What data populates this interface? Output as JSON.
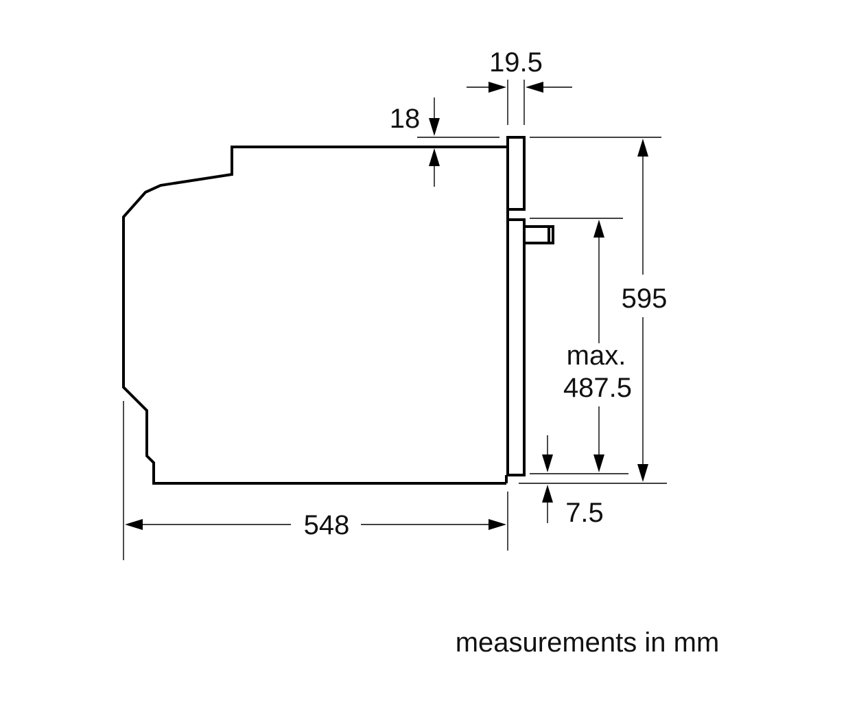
{
  "dimensions": {
    "door_thickness": "19.5",
    "top_gap": "18",
    "total_height": "595",
    "max_prefix": "max.",
    "max_height": "487.5",
    "bottom_gap": "7.5",
    "depth": "548"
  },
  "footer": {
    "units_note": "measurements in mm"
  },
  "colors": {
    "line": "#000000",
    "background": "#ffffff"
  }
}
